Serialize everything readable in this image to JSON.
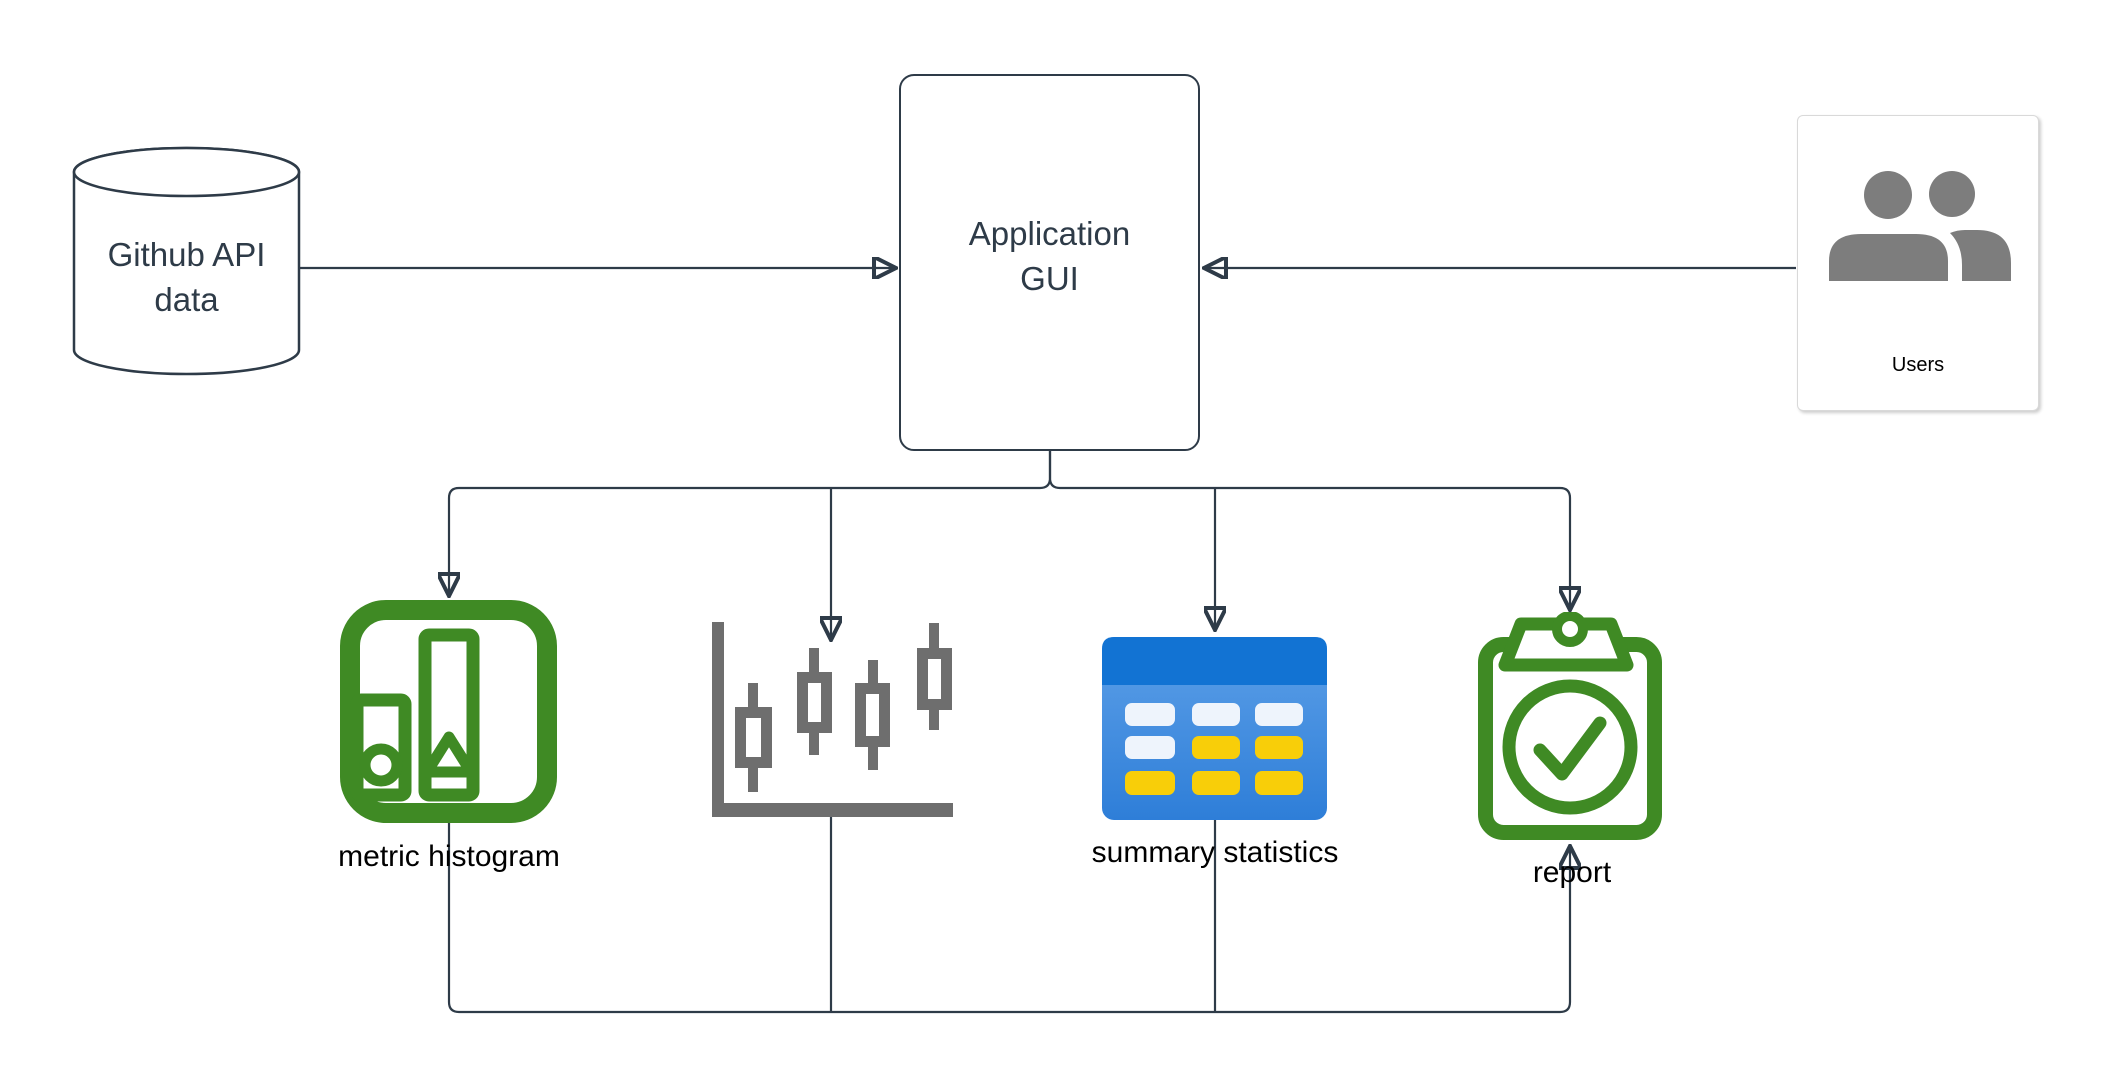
{
  "diagram": {
    "type": "flowchart",
    "background": "#ffffff",
    "nodes": {
      "github_data": {
        "label": "Github API\ndata",
        "shape": "database-cylinder"
      },
      "application_gui": {
        "label": "Application\nGUI",
        "shape": "rounded-rectangle"
      },
      "users": {
        "label": "Users",
        "icon": "users-icon"
      },
      "metric_histogram": {
        "label": "metric histogram",
        "icon": "histogram-icon"
      },
      "candlestick_chart": {
        "label": "",
        "icon": "candlestick-chart-icon"
      },
      "summary_statistics": {
        "label": "summary statistics",
        "icon": "table-icon"
      },
      "report": {
        "label": "report",
        "icon": "clipboard-check-icon"
      }
    },
    "edges": [
      {
        "from": "github_data",
        "to": "application_gui"
      },
      {
        "from": "users",
        "to": "application_gui"
      },
      {
        "from": "application_gui",
        "to": "metric_histogram"
      },
      {
        "from": "application_gui",
        "to": "candlestick_chart"
      },
      {
        "from": "application_gui",
        "to": "summary_statistics"
      },
      {
        "from": "application_gui",
        "to": "report"
      },
      {
        "from": "metric_histogram",
        "to": "report"
      },
      {
        "from": "candlestick_chart",
        "to": "report"
      },
      {
        "from": "summary_statistics",
        "to": "report"
      }
    ],
    "colors": {
      "line": "#2e3b48",
      "node_text": "#2e3b48",
      "label_text": "#000000",
      "green_icon": "#3f8a24",
      "candlestick_gray": "#6e6e6e",
      "users_gray": "#7d7d7d",
      "table_header_blue": "#1273d3",
      "table_body_blue_top": "#5da0e8",
      "table_body_blue_bottom": "#2e7ed8",
      "table_cell_white": "#eef4fc",
      "table_cell_yellow": "#f8ce09"
    }
  }
}
